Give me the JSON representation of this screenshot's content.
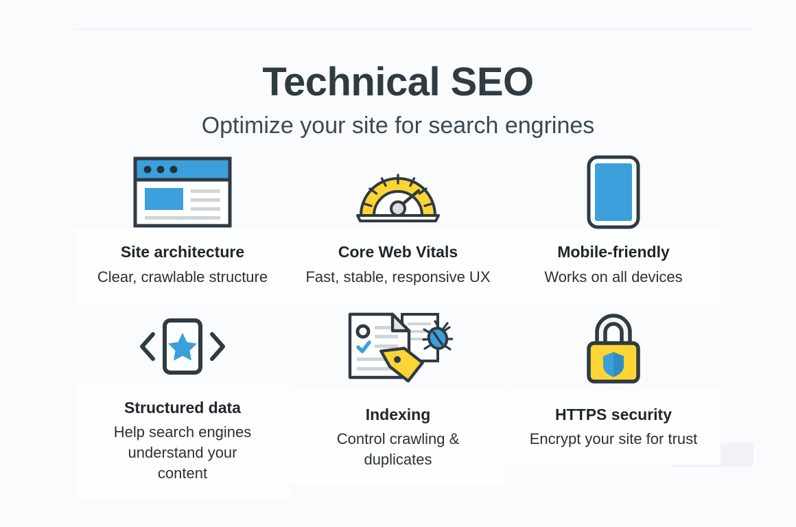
{
  "page": {
    "title": "Technical SEO",
    "subtitle": "Optimize your site for search engrines",
    "background_color": "#f9fbfd",
    "card_color": "#fdfefe",
    "accent_blue": "#3b9fdb",
    "accent_yellow": "#fcd535",
    "outline_dark": "#2f3a42",
    "line_gray": "#cfd4d8"
  },
  "cards": [
    {
      "icon": "browser-window-icon",
      "title": "Site architecture",
      "desc": "Clear, crawlable structure"
    },
    {
      "icon": "speedometer-gauge-icon",
      "title": "Core Web Vitals",
      "desc": "Fast, stable, responsive UX"
    },
    {
      "icon": "mobile-phone-icon",
      "title": "Mobile-friendly",
      "desc": "Works on all devices"
    },
    {
      "icon": "code-brackets-star-icon",
      "title": "Structured data",
      "desc": "Help search engines understand your content"
    },
    {
      "icon": "documents-tag-bug-icon",
      "title": "Indexing",
      "desc": "Control crawling & duplicates"
    },
    {
      "icon": "padlock-shield-icon",
      "title": "HTTPS security",
      "desc": "Encrypt your site for trust"
    }
  ]
}
